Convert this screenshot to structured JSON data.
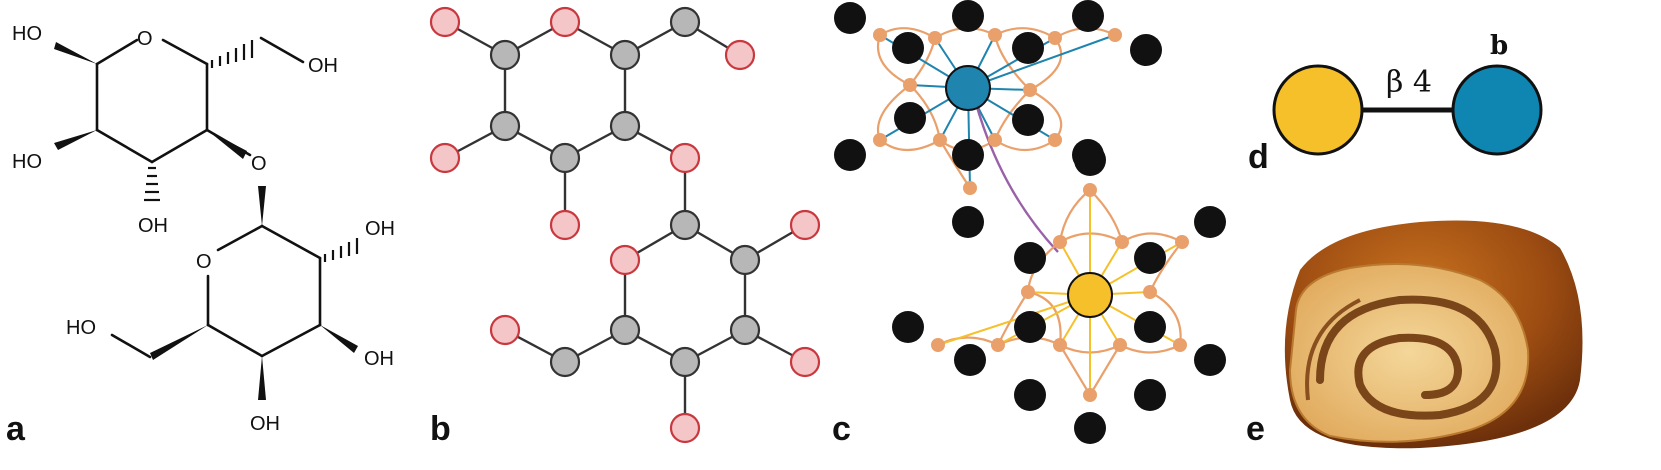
{
  "panel_labels": {
    "a": "a",
    "b": "b",
    "c": "c",
    "d": "d",
    "e": "e"
  },
  "panel_a": {
    "labels": {
      "ho1": "HO",
      "oh_ch2": "OH",
      "ho_left": "HO",
      "oh_bottom": "OH",
      "oh_right": "OH",
      "ho_ch2": "HO",
      "oh_r2": "OH",
      "oh_b2": "OH",
      "ring_o1": "O",
      "bridge_o": "O",
      "ring_o2": "O"
    }
  },
  "panel_d": {
    "link_label": "β 4",
    "node_label": "b"
  },
  "colors": {
    "carbon_fill": "#b7b7b7",
    "oxygen_fill": "#f4c6c8",
    "oxygen_stroke": "#c8383e",
    "graph_dark": "#111111",
    "graph_orange": "#e9a06b",
    "graph_blue": "#1f84ae",
    "graph_yellow": "#f6c02b",
    "graph_purple": "#9b61a8",
    "symbol_yellow": "#f6c02b",
    "symbol_blue": "#0f86b2"
  }
}
